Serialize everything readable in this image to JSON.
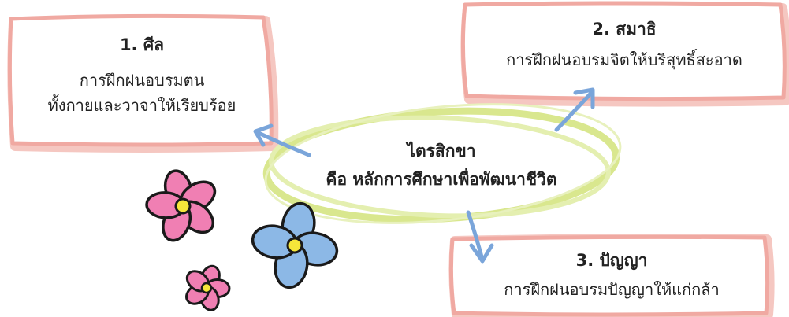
{
  "center": {
    "title": "ไตรสิกขา",
    "subtitle": "คือ หลักการศึกษาเพื่อพัฒนาชีวิต"
  },
  "boxes": [
    {
      "title": "1. ศีล",
      "lines": [
        "การฝึกฝนอบรมตน",
        "ทั้งกายและวาจาให้เรียบร้อย"
      ]
    },
    {
      "title": "2. สมาธิ",
      "lines": [
        "การฝึกฝนอบรมจิตให้บริสุทธิ์สะอาด"
      ]
    },
    {
      "title": "3. ปัญญา",
      "lines": [
        "การฝึกฝนอบรมปัญญาให้แก่กล้า"
      ]
    }
  ],
  "colors": {
    "box_border": "#f0a9a2",
    "box_shadow": "#f5c7c1",
    "ellipse_stroke": "#d9e78e",
    "arrow": "#7aa5da",
    "flower_pink": "#f07fb3",
    "flower_blue": "#8cb8e6",
    "flower_center": "#f5e63a",
    "outline": "#1a1a1a"
  },
  "icons": [
    "pink-flower-icon",
    "blue-flower-icon",
    "arrow-icon"
  ]
}
